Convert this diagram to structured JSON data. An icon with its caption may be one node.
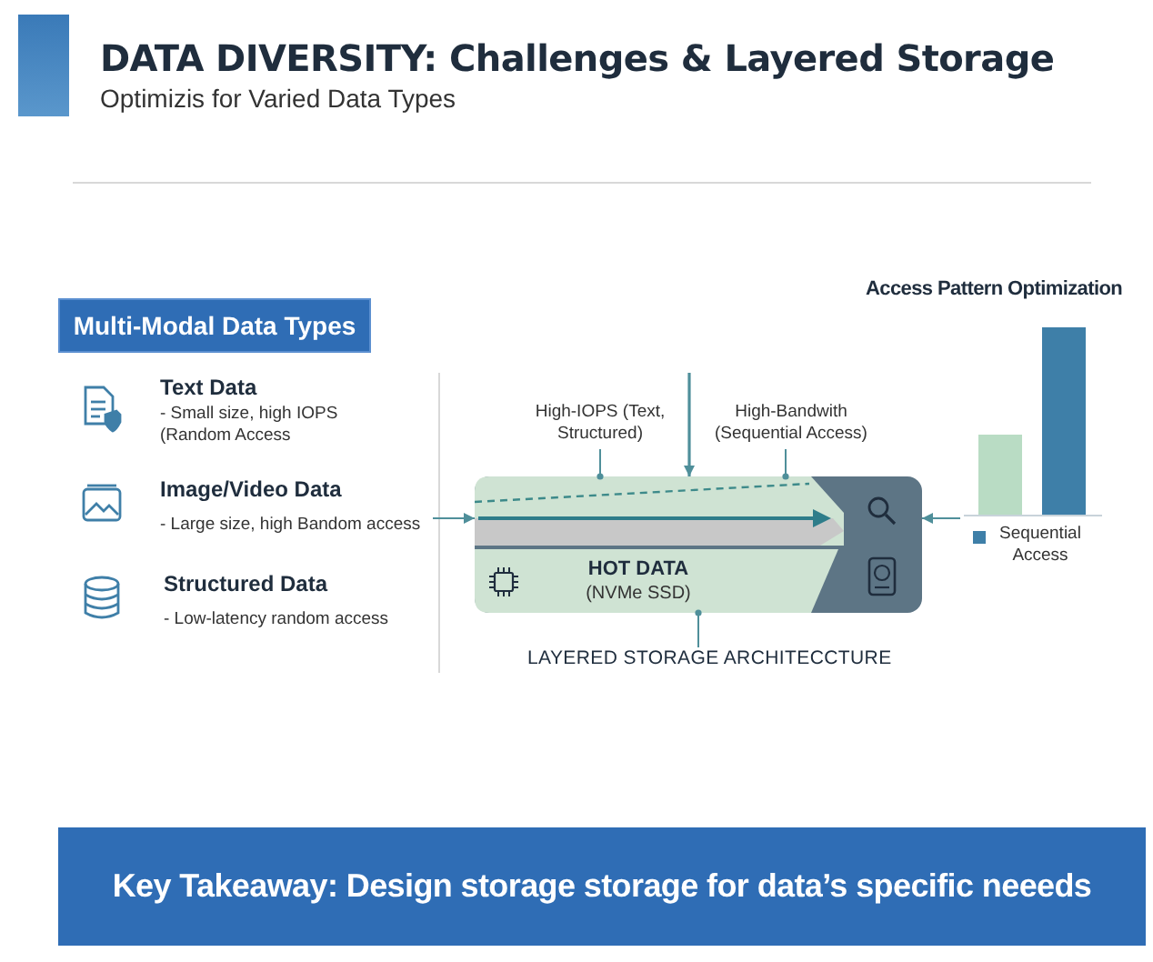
{
  "diagram": {
    "title": "DATA DIVERSITY: Challenges & Layered Storage",
    "nodes": [
      {
        "text": [
          "Multi-Modal Data Types"
        ]
      },
      {
        "text": [
          "Text Data",
          "- Small size, high IOPS (Random Access"
        ]
      },
      {
        "text": [
          "Image/Video Data",
          "- Large size, high Bandom access"
        ]
      },
      {
        "text": [
          "Structured Data",
          "- Low-latency random access"
        ]
      },
      {
        "text": [
          "High-IOPS (Text, Structured)"
        ]
      },
      {
        "text": [
          "High-Bandwith (Sequential Access)"
        ]
      },
      {
        "text": [],
        "shape": "box"
      },
      {
        "text": [],
        "shape": "bar",
        "in": 6
      },
      {
        "text": [
          "HOT DATA",
          "(NVMe SSD)"
        ],
        "in": 6
      },
      {
        "text": [
          "LAYERED STORAGE ARCHITECCTURE"
        ]
      },
      {
        "text": [],
        "shape": "chart"
      },
      {
        "text": [
          "Key Takeaway: Design storage storage for data’s specific neeeds"
        ]
      }
    ],
    "edges": [
      {
        "from": 2,
        "to": 7,
        "arrow": "to"
      },
      {
        "from": null,
        "to": 7,
        "arrow": "to"
      },
      {
        "from": 10,
        "to": 6,
        "arrow": "to"
      },
      {
        "from": 4,
        "to": 7,
        "arrow": "other"
      },
      {
        "from": 5,
        "to": 7,
        "arrow": "other"
      },
      {
        "from": 9,
        "to": 8,
        "arrow": "other"
      }
    ],
    "labels": [
      "Optimizis for Varied Data Types",
      "Access Pattern Optimization"
    ],
    "legend": [
      {
        "text": "Sequential Access",
        "color": "#3e7fa8"
      }
    ]
  }
}
